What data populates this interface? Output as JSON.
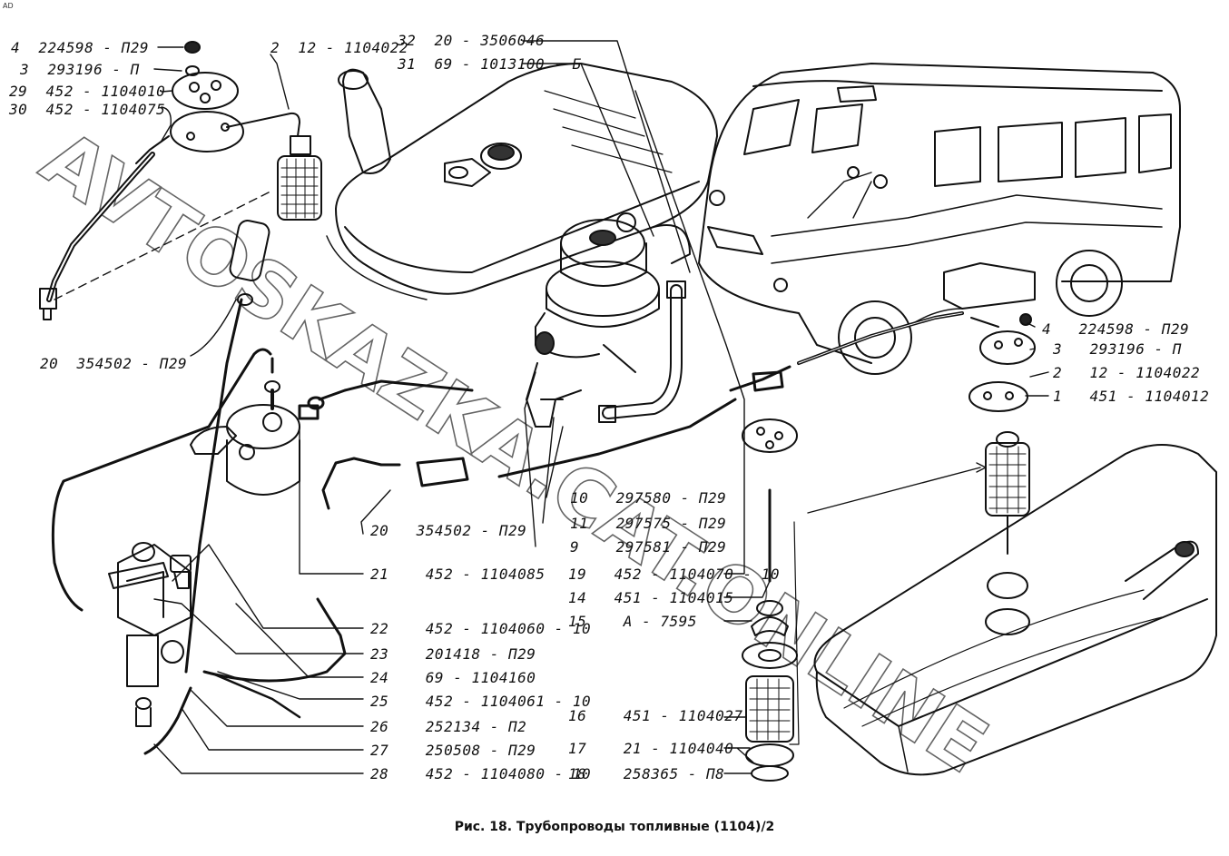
{
  "corner_mark": "AD",
  "watermark": "AVTOSKAZKA.CAT.ONLINE",
  "caption": "Рис. 18. Трубопроводы топливные (1104)/2",
  "callouts": {
    "c4l": "4  224598 - П29",
    "c3l": "3  293196 - П",
    "c29": "29  452 - 1104010",
    "c30": "30  452 - 1104075",
    "c2l": "2  12 - 1104022",
    "c32": "32  20 - 3506046",
    "c31": "31  69 - 1013100 - Б",
    "c20a": "20  354502 - П29",
    "c20b": "20   354502 - П29",
    "c10": "10   297580 - П29",
    "c11": "11   297575 - П29",
    "c9": "9    297581 - П29",
    "c21": "21    452 - 1104085",
    "c19": "19   452 - 1104070 - 10",
    "c14": "14   451 - 1104015",
    "c15": "15    А - 7595",
    "c22": "22    452 - 1104060 - 10",
    "c23": "23    201418 - П29",
    "c24": "24    69 - 1104160",
    "c25": "25    452 - 1104061 - 10",
    "c26": "26    252134 - П2",
    "c27": "27    250508 - П29",
    "c28": "28    452 - 1104080 - 10",
    "c16": "16    451 - 1104027",
    "c17": "17    21 - 1104040",
    "c18": "18    258365 - П8",
    "c4r": "4   224598 - П29",
    "c3r": "3   293196 - П",
    "c2r": "2   12 - 1104022",
    "c1r": "1   451 - 1104012"
  }
}
